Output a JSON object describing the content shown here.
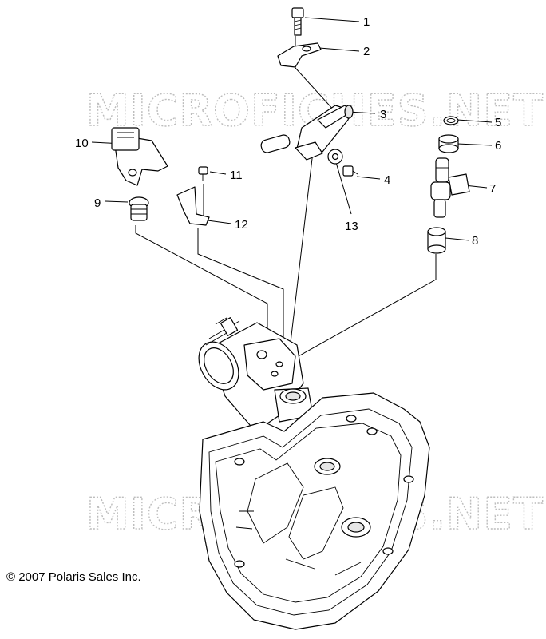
{
  "watermark": "MICROFICHES.NET",
  "copyright": "© 2007 Polaris Sales Inc.",
  "callouts": [
    "1",
    "2",
    "3",
    "4",
    "5",
    "6",
    "7",
    "8",
    "9",
    "10",
    "11",
    "12",
    "13"
  ],
  "parts": [
    "bolt",
    "bracket",
    "fuel-rail",
    "screw",
    "o-ring",
    "seal",
    "fuel-injector",
    "spacer",
    "plug",
    "sensor",
    "screw",
    "bracket",
    "washer",
    "cylinder-head"
  ]
}
